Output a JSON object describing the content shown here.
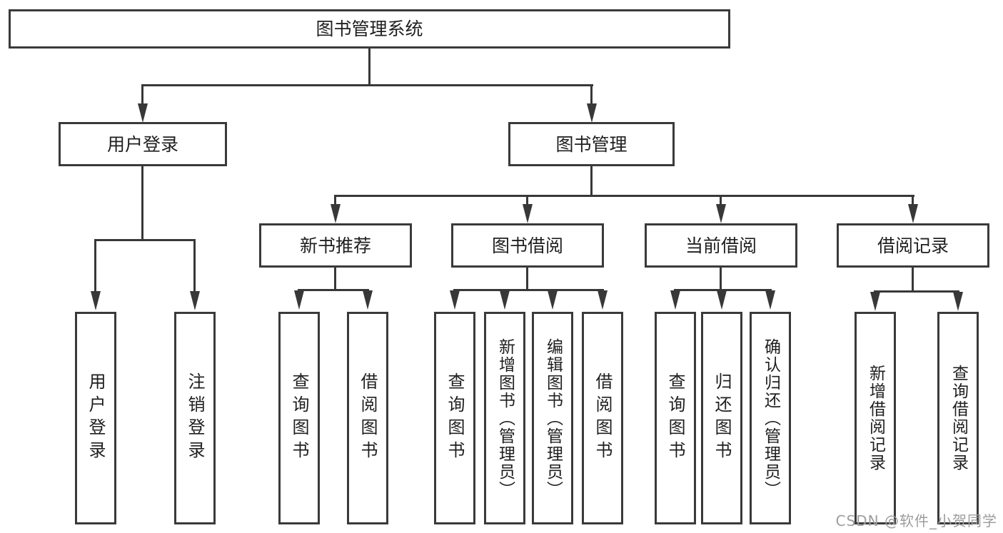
{
  "diagram": {
    "title_note": "functional structure diagram",
    "root": "图书管理系统",
    "level2": {
      "user_login": "用户登录",
      "book_mgmt": "图书管理"
    },
    "level3": {
      "new_books": "新书推荐",
      "book_borrow": "图书借阅",
      "current_borrow": "当前借阅",
      "borrow_records": "借阅记录"
    },
    "level4": {
      "user_login": [
        "用户登录",
        "注销登录"
      ],
      "new_books": [
        "查询图书",
        "借阅图书"
      ],
      "book_borrow": [
        "查询图书",
        "新增图书（管理员）",
        "编辑图书（管理员）",
        "借阅图书"
      ],
      "current_borrow": [
        "查询图书",
        "归还图书",
        "确认归还（管理员）"
      ],
      "borrow_records": [
        "新增借阅记录",
        "查询借阅记录"
      ]
    }
  },
  "watermark": {
    "text": "CSDN @软件_小贺同学"
  },
  "colors": {
    "line": "#383838",
    "border": "#3a3a3a",
    "text": "#1f1f1f",
    "watermark": "#9d9d9d",
    "background": "#ffffff"
  }
}
